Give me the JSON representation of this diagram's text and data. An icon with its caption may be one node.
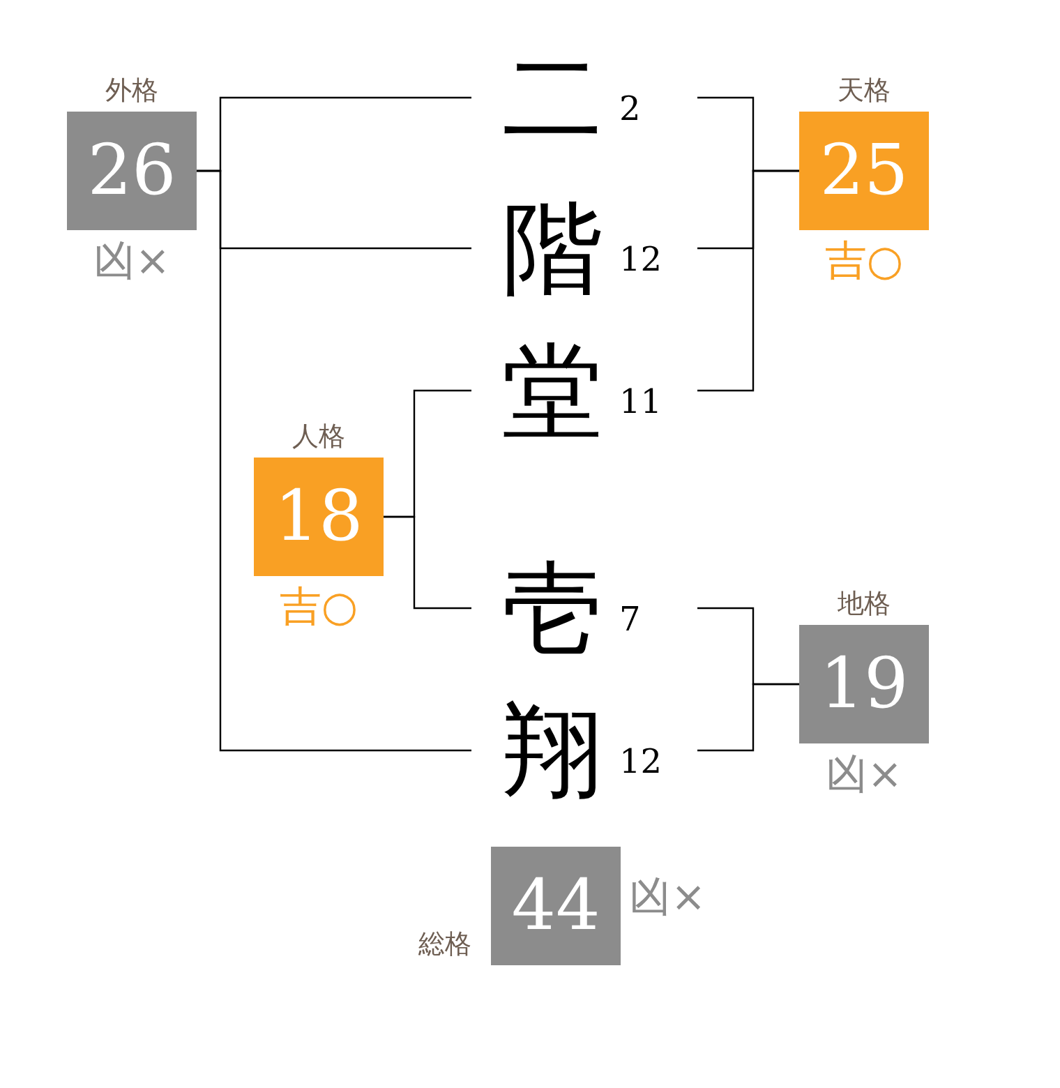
{
  "diagram": {
    "nodes": [
      {
        "text": [
          "外格",
          "26"
        ],
        "beside": [
          "凶×"
        ]
      },
      {
        "text": [
          "二"
        ],
        "beside": [
          "2"
        ]
      },
      {
        "text": [
          "天格",
          "25"
        ],
        "beside": [
          "吉○"
        ]
      },
      {
        "text": [
          "階"
        ],
        "beside": [
          "12"
        ]
      },
      {
        "text": [
          "堂"
        ],
        "beside": [
          "11"
        ]
      },
      {
        "text": [
          "人格",
          "18"
        ],
        "beside": [
          "吉○"
        ]
      },
      {
        "text": [
          "壱"
        ],
        "beside": [
          "7"
        ]
      },
      {
        "text": [
          "地格",
          "19"
        ],
        "beside": [
          "凶×"
        ]
      },
      {
        "text": [
          "翔"
        ],
        "beside": [
          "12"
        ]
      },
      {
        "text": [
          "総格",
          "44"
        ],
        "beside": [
          "凶×"
        ]
      }
    ],
    "edges": [
      {
        "from": 0,
        "to": 1,
        "arrow": "none"
      },
      {
        "from": 0,
        "to": 3,
        "arrow": "none"
      },
      {
        "from": 0,
        "to": 8,
        "arrow": "none"
      },
      {
        "from": 1,
        "to": 2,
        "arrow": "none"
      },
      {
        "from": 3,
        "to": 2,
        "arrow": "none"
      },
      {
        "from": 4,
        "to": 2,
        "arrow": "none"
      },
      {
        "from": 5,
        "to": 4,
        "arrow": "none"
      },
      {
        "from": 5,
        "to": 6,
        "arrow": "none"
      },
      {
        "from": 6,
        "to": 7,
        "arrow": "none"
      },
      {
        "from": 8,
        "to": 7,
        "arrow": "none"
      }
    ]
  }
}
